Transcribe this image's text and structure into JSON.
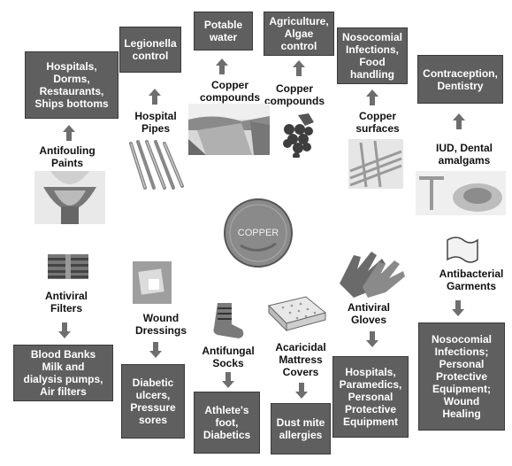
{
  "center": {
    "label": "COPPER"
  },
  "boxes": {
    "potable": "Potable\nwater",
    "agri": "Agriculture,\nAlgae\ncontrol",
    "legionella": "Legionella\ncontrol",
    "noso_food": "Nosocomial\nInfections,\nFood\nhandling",
    "contra": "Contraception,\nDentistry",
    "hospitals_ships": "Hospitals,\nDorms,\nRestaurants,\nShips bottoms",
    "blood": "Blood Banks\nMilk and\ndialysis pumps,\nAir filters",
    "diabetic": "Diabetic\nulcers,\nPressure\nsores",
    "athlete": "Athlete's\nfoot,\nDiabetics",
    "dustmite": "Dust mite\nallergies",
    "hosp_ppe": "Hospitals,\nParamedics,\nPersonal\nProtective\nEquipment",
    "noso_ppe": "Nosocomial\nInfections;\nPersonal\nProtective\nEquipment;\nWound\nHealing"
  },
  "labels": {
    "copper_compounds_1": "Copper\ncompounds",
    "copper_compounds_2": "Copper\ncompounds",
    "hospital_pipes": "Hospital\nPipes",
    "copper_surfaces": "Copper\nsurfaces",
    "iud": "IUD, Dental\namalgams",
    "antifouling": "Antifouling\nPaints",
    "antiviral_filters": "Antiviral\nFilters",
    "wound": "Wound\nDressings",
    "antifungal": "Antifungal\nSocks",
    "acaricidal": "Acaricidal\nMattress\nCovers",
    "antiviral_gloves": "Antiviral\nGloves",
    "antibacterial": "Antibacterial\nGarments"
  },
  "icons": [
    "dam-icon",
    "grapes-icon",
    "pipes-icon",
    "copper-tubes-icon",
    "iud-icon",
    "ship-icon",
    "filter-icon",
    "dressing-icon",
    "sock-icon",
    "mattress-icon",
    "glove-icon",
    "flag-icon",
    "copper-coin-icon"
  ],
  "colors": {
    "box": "#5f5f5f",
    "arrow": "#6e6e6e"
  }
}
